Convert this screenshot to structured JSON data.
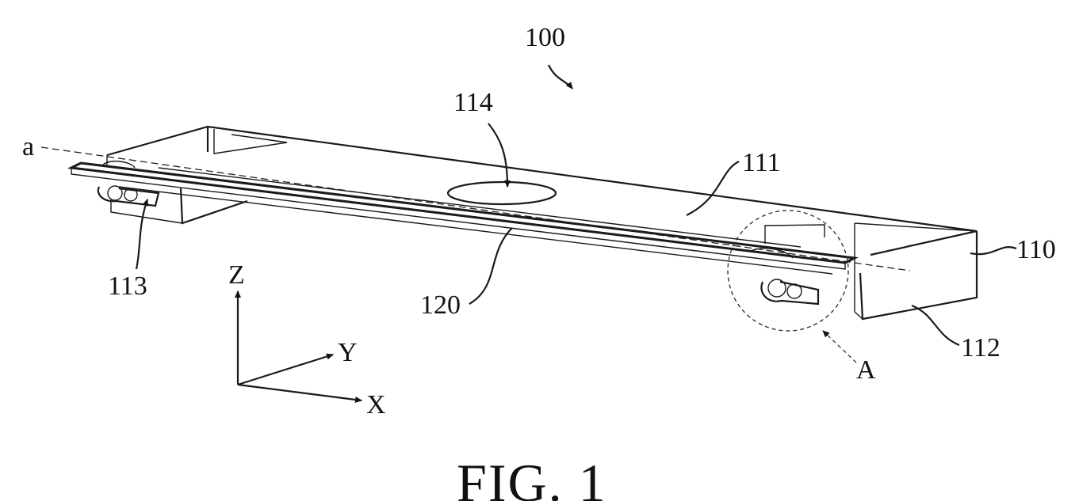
{
  "figure": {
    "title": "FIG. 1",
    "labels": {
      "device": "100",
      "hole": "114",
      "plate": "111",
      "housing": "110",
      "bottom": "112",
      "left_part": "113",
      "strip": "120",
      "axis_a": "a",
      "detail": "A"
    },
    "axes": {
      "z": "Z",
      "y": "Y",
      "x": "X"
    }
  }
}
